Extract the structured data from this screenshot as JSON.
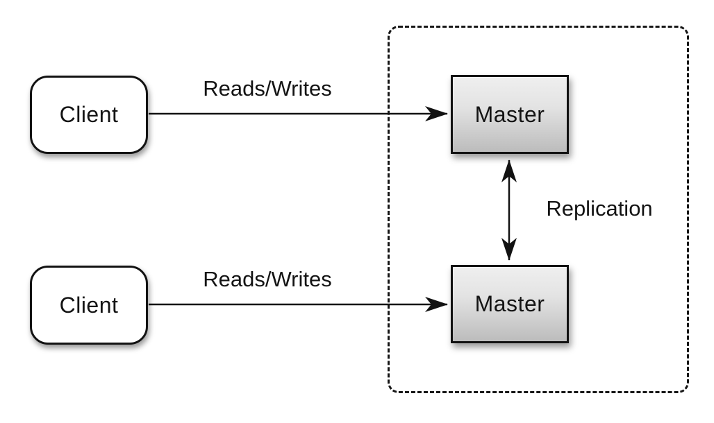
{
  "nodes": {
    "client_top": {
      "label": "Client"
    },
    "client_bottom": {
      "label": "Client"
    },
    "master_top": {
      "label": "Master"
    },
    "master_bottom": {
      "label": "Master"
    }
  },
  "edges": {
    "reads_writes_top": {
      "label": "Reads/Writes",
      "from": "client_top",
      "to": "master_top"
    },
    "reads_writes_bottom": {
      "label": "Reads/Writes",
      "from": "client_bottom",
      "to": "master_bottom"
    },
    "replication": {
      "label": "Replication",
      "from": "master_top",
      "to": "master_bottom",
      "bidirectional": true
    }
  },
  "colors": {
    "background": "#ffffff",
    "stroke": "#121212",
    "client_fill": "#ffffff",
    "master_gradient_top": "#efefef",
    "master_gradient_bottom": "#bcbcbc",
    "dashed_border": "#161616"
  }
}
